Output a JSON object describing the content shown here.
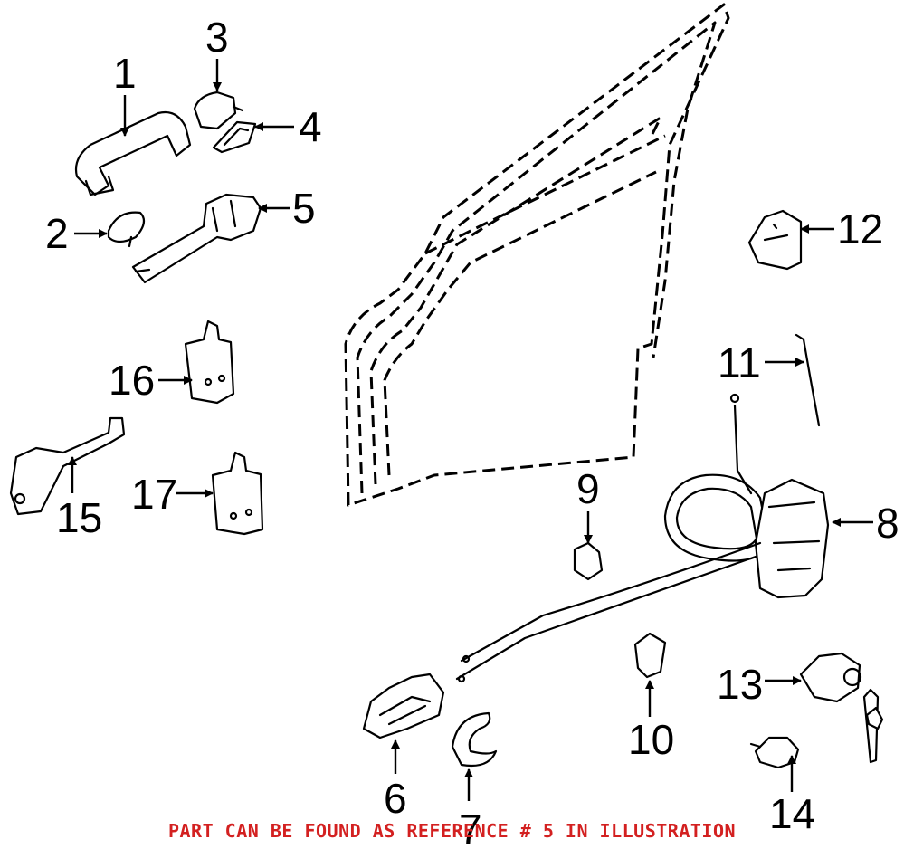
{
  "callouts": {
    "c1": "1",
    "c2": "2",
    "c3": "3",
    "c4": "4",
    "c5": "5",
    "c6": "6",
    "c7": "7",
    "c8": "8",
    "c9": "9",
    "c10": "10",
    "c11": "11",
    "c12": "12",
    "c13": "13",
    "c14": "14",
    "c15": "15",
    "c16": "16",
    "c17": "17"
  },
  "footer_note": "PART CAN BE FOUND AS REFERENCE # 5 IN ILLUSTRATION",
  "colors": {
    "note": "#d32020",
    "line": "#000000",
    "background": "#ffffff"
  }
}
